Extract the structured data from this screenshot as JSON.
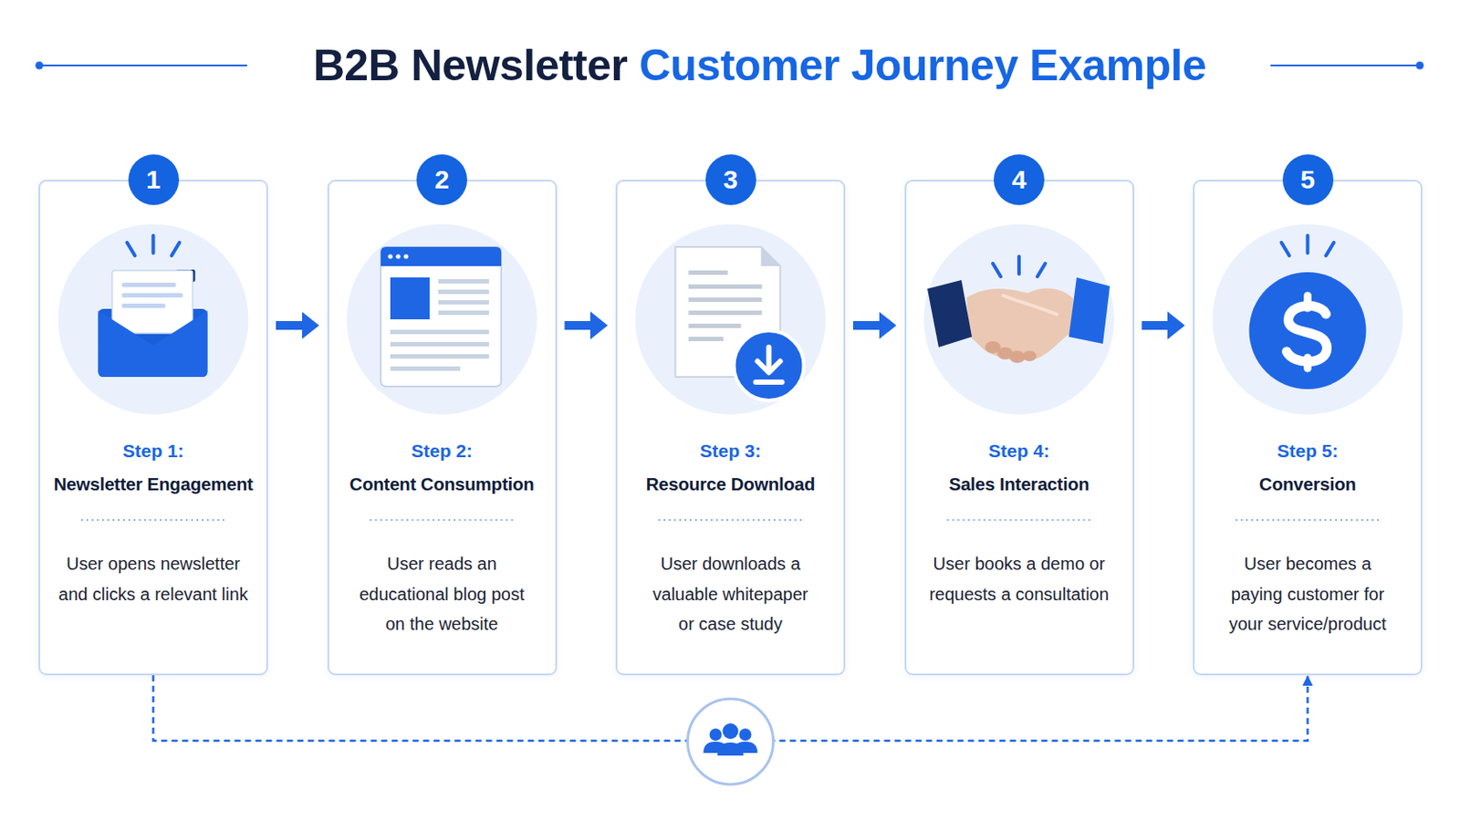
{
  "diagram": {
    "title": "B2B Newsletter Customer Journey Example",
    "nodes": [
      {
        "text": [
          "1",
          "Step 1:",
          "Newsletter Engagement",
          "User opens newsletter and clicks a relevant link"
        ]
      },
      {
        "text": [
          "2",
          "Step 2:",
          "Content Consumption",
          "User reads an educational blog post on the website"
        ]
      },
      {
        "text": [
          "3",
          "Step 3:",
          "Resource Download",
          "User downloads a valuable whitepaper or case study"
        ]
      },
      {
        "text": [
          "4",
          "Step 4:",
          "Sales Interaction",
          "User books a demo or requests a consultation"
        ]
      },
      {
        "text": [
          "5",
          "Step 5:",
          "Conversion",
          "User becomes a paying customer for your service/product"
        ]
      }
    ],
    "edges": [
      {
        "from": 0,
        "to": 1,
        "arrow": "to"
      },
      {
        "from": 1,
        "to": 2,
        "arrow": "to"
      },
      {
        "from": 2,
        "to": 3,
        "arrow": "to"
      },
      {
        "from": 3,
        "to": 4,
        "arrow": "to"
      },
      {
        "from": 0,
        "to": 4,
        "arrow": "to"
      }
    ]
  }
}
